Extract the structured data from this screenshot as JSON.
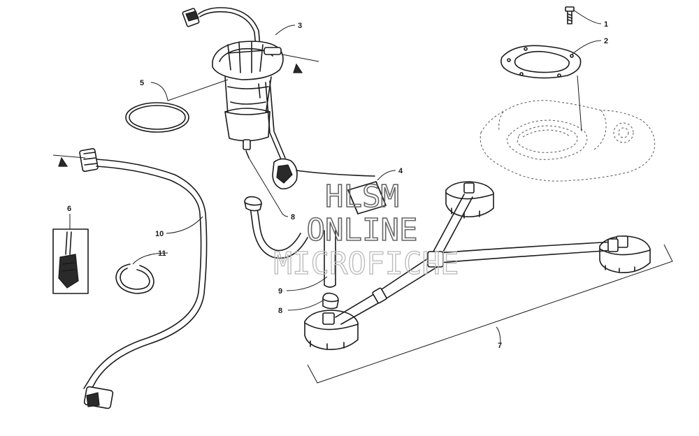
{
  "watermark": {
    "line1": "HLSM",
    "line2": "ONLINE",
    "line3": "MICROFICHE"
  },
  "callouts": [
    {
      "id": "1",
      "label": "1"
    },
    {
      "id": "2",
      "label": "2"
    },
    {
      "id": "3",
      "label": "3"
    },
    {
      "id": "4",
      "label": "4"
    },
    {
      "id": "5",
      "label": "5"
    },
    {
      "id": "6",
      "label": "6"
    },
    {
      "id": "7",
      "label": "7"
    },
    {
      "id": "8a",
      "label": "8"
    },
    {
      "id": "8b",
      "label": "8"
    },
    {
      "id": "9",
      "label": "9"
    },
    {
      "id": "10",
      "label": "10"
    },
    {
      "id": "11",
      "label": "11"
    }
  ]
}
